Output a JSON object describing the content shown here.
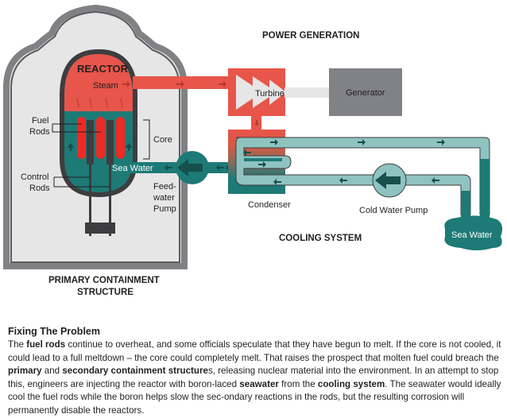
{
  "diagram": {
    "sections": {
      "power_generation": "POWER GENERATION",
      "cooling_system": "COOLING SYSTEM",
      "primary_containment_line1": "PRIMARY CONTAINMENT",
      "primary_containment_line2": "STRUCTURE"
    },
    "labels": {
      "reactor": "REACTOR",
      "steam": "Steam",
      "fuel_rods_line1": "Fuel",
      "fuel_rods_line2": "Rods",
      "core": "Core",
      "control_rods_line1": "Control",
      "control_rods_line2": "Rods",
      "sea_water_inlet": "Sea Water",
      "feedwater_pump_line1": "Feed-",
      "feedwater_pump_line2": "water",
      "feedwater_pump_line3": "Pump",
      "turbine": "Turbine",
      "generator": "Generator",
      "condenser": "Condenser",
      "cold_water_pump": "Cold Water Pump",
      "sea_water_source": "Sea Water"
    },
    "colors": {
      "steam_red": "#e8554a",
      "fuel_rod_red": "#ee2a24",
      "water_teal": "#1d7a76",
      "light_teal": "#8fc3c0",
      "dark_teal": "#164f4c",
      "containment_gray": "#808184",
      "containment_fill": "#e6e6e6",
      "generator_gray": "#818285",
      "outline_dark": "#3d3d3f"
    }
  },
  "article": {
    "title": "Fixing The Problem",
    "segments": [
      {
        "text": "The ",
        "bold": false
      },
      {
        "text": "fuel rods",
        "bold": true
      },
      {
        "text": " continue to overheat, and some officials speculate that they have begun to melt.  If the core is not cooled, it could lead to a full meltdown – the core could completely melt. That raises the prospect that molten fuel could breach the ",
        "bold": false
      },
      {
        "text": "primary",
        "bold": true
      },
      {
        "text": " and ",
        "bold": false
      },
      {
        "text": "secondary containment structure",
        "bold": true
      },
      {
        "text": "s, releasing nuclear material into the environment.  In an attempt to stop this, engineers are injecting the reactor with boron-laced ",
        "bold": false
      },
      {
        "text": "seawater",
        "bold": true
      },
      {
        "text": " from the ",
        "bold": false
      },
      {
        "text": "cooling system",
        "bold": true
      },
      {
        "text": ".  The seawater would ideally cool the fuel rods while the boron helps slow the sec-ondary reactions in the rods, but the resulting corrosion will permanently disable the reactors.",
        "bold": false
      }
    ]
  }
}
